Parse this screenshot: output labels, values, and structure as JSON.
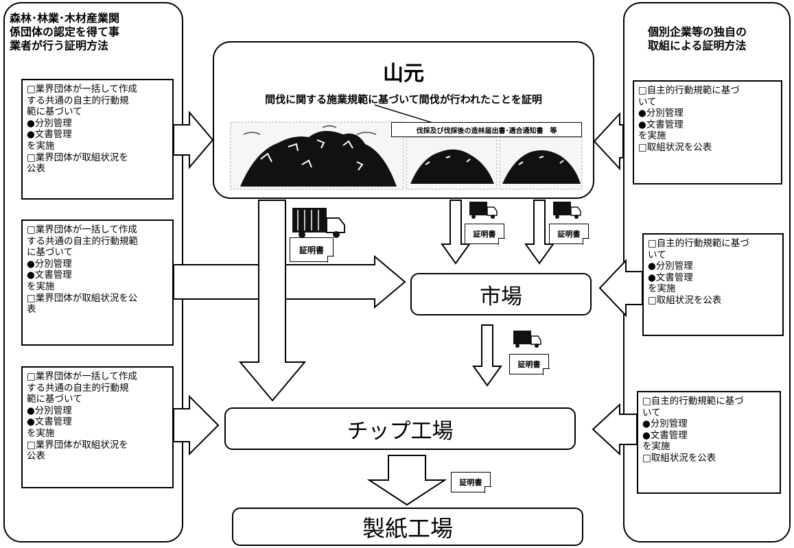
{
  "left_panel": {
    "title": [
      "森林･林業･木材産業関",
      "係団体の認定を得て事",
      "業者が行う証明方法"
    ],
    "box1": [
      "□業界団体が一括して作成",
      "する共通の自主的行動規",
      "範に基づいて",
      "●分別管理",
      "●文書管理",
      "を実施",
      "□業界団体が取組状況を",
      "公表"
    ],
    "box2": [
      "□業界団体が一括して作成",
      "する共通の自主的行動規範",
      "に基づいて",
      "●分別管理",
      "●文書管理",
      "を実施",
      "□業界団体が取組状況を公",
      "表"
    ],
    "box3": [
      "□業界団体が一括して作成",
      "する共通の自主的行動規",
      "範に基づいて",
      "●分別管理",
      "●文書管理",
      "を実施",
      "□業界団体が取組状況を",
      "公表"
    ]
  },
  "right_panel": {
    "title": [
      "個別企業等の独自の",
      "取組による証明方法"
    ],
    "box1": [
      "□自主的行動規範に基づ",
      "いて",
      "●分別管理",
      "●文書管理",
      "を実施",
      "□取組状況を公表"
    ],
    "box2": [
      "□自主的行動規範に基づ",
      "いて",
      "●分別管理",
      "●文書管理",
      "を実施",
      "□取組状況を公表"
    ],
    "box3": [
      "□自主的行動規範に基づ",
      "いて",
      "●分別管理",
      "●文書管理",
      "を実施",
      "□取組状況を公表"
    ]
  },
  "yamamoto": {
    "title": "山元",
    "subtitle": "間伐に関する施業規範に基づいて間伐が行われたことを証明",
    "callout": "伐採及び伐採後の造林届出書･適合通知書　等"
  },
  "stages": {
    "market": "市場",
    "chip_factory": "チップ工場",
    "paper_mill": "製紙工場"
  },
  "certificate_label": "証明書",
  "colors": {
    "line": "#000000",
    "background": "#ffffff",
    "tree_dark": "#111111"
  }
}
